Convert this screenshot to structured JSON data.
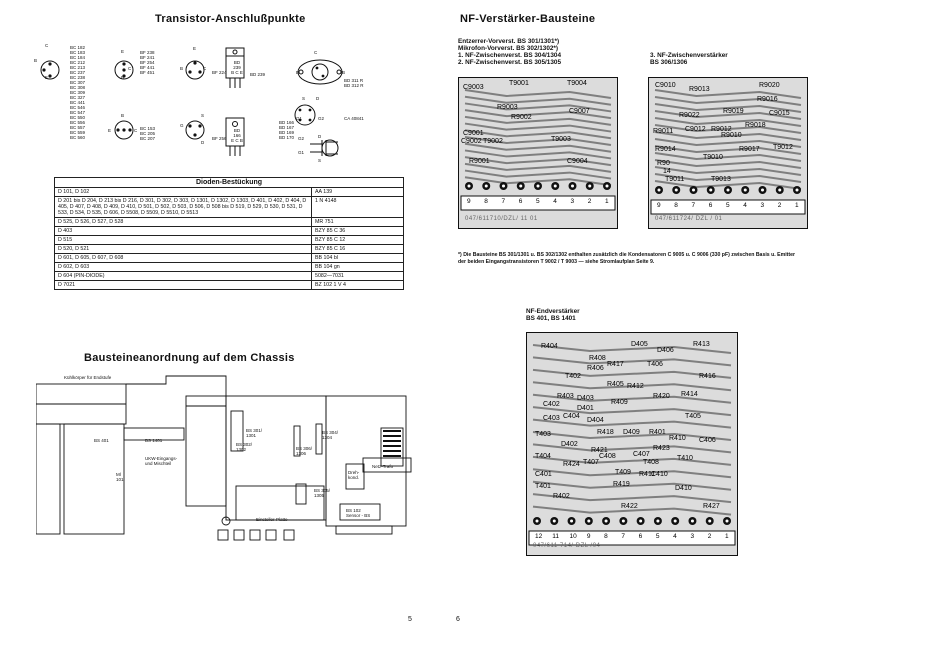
{
  "left_page": {
    "title_transistor": "Transistor-Anschlußpunkte",
    "group1": {
      "pins": [
        "C",
        "B",
        "E"
      ],
      "types": "BC 182\nBC 183\nBC 184\nBC 212\nBC 213\nBC 237\nBC 238\nBC 307\nBC 308\nBC 309\nBC 327\nBC 441\nBC 546\nBC 547\nBC 550\nBC 556\nBC 557\nBC 559\nBC 560"
    },
    "group2": {
      "pins": [
        "E",
        "C",
        "B"
      ],
      "types": "BF 238\nBF 241\nBF 254\nBF 441\nBF 451"
    },
    "group3": {
      "pins": [
        "E",
        "B",
        "C"
      ],
      "types": "BF 224"
    },
    "group4": {
      "body": "BD\n239\nB C E",
      "types": "BD 239"
    },
    "group5": {
      "pins": [
        "C",
        "E",
        "B"
      ],
      "types": "BD 311 R\nBD 312 R"
    },
    "group6": {
      "pins": [
        "B",
        "E",
        "C"
      ],
      "types": "BC 153\nBC 205\nBC 207"
    },
    "group7": {
      "pins": [
        "G",
        "S",
        "D"
      ],
      "types": "BF 256"
    },
    "group8": {
      "body": "BD\n166\nE C B",
      "types": "BD 166\nBD 167\nBD 169\nBD 170"
    },
    "group9": {
      "pins": [
        "S",
        "D",
        "G1",
        "G2",
        "D",
        "G1",
        "S",
        "G2"
      ],
      "types": "CA 40841"
    },
    "diode_table": {
      "title": "Dioden-Bestückung",
      "rows": [
        {
          "diodes": "D 101, D 102",
          "type": "AA 139"
        },
        {
          "diodes": "D 201 bis D 204, D 213 bis D 216, D 301, D 302, D 303, D 1301, D 1302, D 1303, D 401, D 402, D 404, D 405, D 407, D 408, D 409, D 410, D 501, D 502, D 503, D 506, D 508 bis D 519, D 529, D 530, D 531, D 533, D 534, D 535, D 606, D 5508, D 5509, D 5510, D 5513",
          "type": "1 N 4148"
        },
        {
          "diodes": "D 525, D 526, D 527, D 528",
          "type": "MR 751"
        },
        {
          "diodes": "D 403",
          "type": "BZY 85 C 36"
        },
        {
          "diodes": "D 515",
          "type": "BZY 85 C 12"
        },
        {
          "diodes": "D 520, D 521",
          "type": "BZY 85 C 16"
        },
        {
          "diodes": "D 601, D 605, D 607, D 608",
          "type": "BB 104 bl"
        },
        {
          "diodes": "D 602, D 603",
          "type": "BB 104 gn"
        },
        {
          "diodes": "D 604 (PIN-DIODE)",
          "type": "5082—7031"
        },
        {
          "diodes": "D 7021",
          "type": "BZ 102 1 V 4"
        }
      ]
    },
    "title_chassis": "Bausteineanordnung auf dem Chassis",
    "chassis_labels": {
      "heatsink": "Kühlkörper für Endstufe",
      "bs401": "BS 401",
      "bs1401": "BS 1401",
      "ukw": "UKW-Eingangs-\nund Mischteil",
      "ml": "Ml\n101",
      "bs301": "BS 301/\n1301",
      "bs302": "BS 302/\n1302",
      "bs306": "BS 306/\n1306",
      "bs304": "BS 304/\n1304",
      "bs305": "BS 305/\n1305",
      "netz": "Netz-Trafo",
      "dreh": "Dreh-\nkond.",
      "einsteller": "Einsteller-Platte",
      "sensor": "BS 102\nSensor - BS"
    },
    "page_number": "5"
  },
  "right_page": {
    "title_nf": "NF-Verstärker-Bausteine",
    "module_lines": [
      "Entzerrer-Vorverst. BS 301/1301*)",
      "Mikrofon-Vorverst. BS 302/1302*)",
      "1. NF-Zwischenverst. BS 304/1304",
      "2. NF-Zwischenverst. BS 305/1305"
    ],
    "module3_lines": [
      "3. NF-Zwischenverstärker",
      "BS 306/1306"
    ],
    "board1": {
      "labels": [
        "C9003",
        "T9001",
        "T9004",
        "R9003",
        "R9002",
        "C9007",
        "C9001",
        "C9002",
        "T9002",
        "T9003",
        "R9001",
        "C9004"
      ],
      "pins": [
        "9",
        "8",
        "7",
        "6",
        "5",
        "4",
        "3",
        "2",
        "1"
      ],
      "code": "047/611710/DZL/ 11 01"
    },
    "board2": {
      "labels": [
        "C9010",
        "R9013",
        "R9020",
        "R9016",
        "R9022",
        "R9019",
        "C9015",
        "R9011",
        "C9012",
        "R9012",
        "R9018",
        "R9010",
        "T9012",
        "R9014",
        "R9017",
        "T9010",
        "T9011",
        "T9013",
        "R90",
        "14"
      ],
      "pins": [
        "9",
        "8",
        "7",
        "6",
        "5",
        "4",
        "3",
        "2",
        "1"
      ],
      "code": "047/611724/ DZL / 01"
    },
    "footnote": "*) Die Bausteine BS 301/1301 u. BS 302/1302 enthalten zusätzlich die Kondensatoren C 9005 u. C 9006 (330 pF) zwischen Basis u. Emitter der beiden Eingangstransistoren T 9002 / T 9003 — siehe Stromlaufplan Seite 9.",
    "end_title_lines": [
      "NF-Endverstärker",
      "BS 401, BS 1401"
    ],
    "board3": {
      "labels": [
        "R404",
        "R408",
        "D405",
        "D406",
        "R413",
        "R406",
        "T402",
        "R403",
        "R417",
        "T406",
        "R416",
        "R405",
        "R412",
        "R414",
        "C402",
        "D403",
        "C403",
        "C404",
        "D401",
        "D404",
        "R409",
        "R420",
        "T405",
        "T403",
        "R418",
        "D409",
        "D402",
        "R421",
        "R401",
        "R410",
        "C406",
        "C408",
        "R423",
        "T410",
        "C407",
        "C401",
        "R402",
        "T409",
        "T407",
        "R419",
        "D410",
        "R422",
        "R427",
        "T404",
        "T401",
        "T408",
        "R424",
        "R411",
        "C410"
      ],
      "pins": [
        "12",
        "11",
        "10",
        "9",
        "8",
        "7",
        "6",
        "5",
        "4",
        "3",
        "2",
        "1"
      ],
      "code": "047/611 714/ DZL /04"
    },
    "page_number": "6"
  }
}
